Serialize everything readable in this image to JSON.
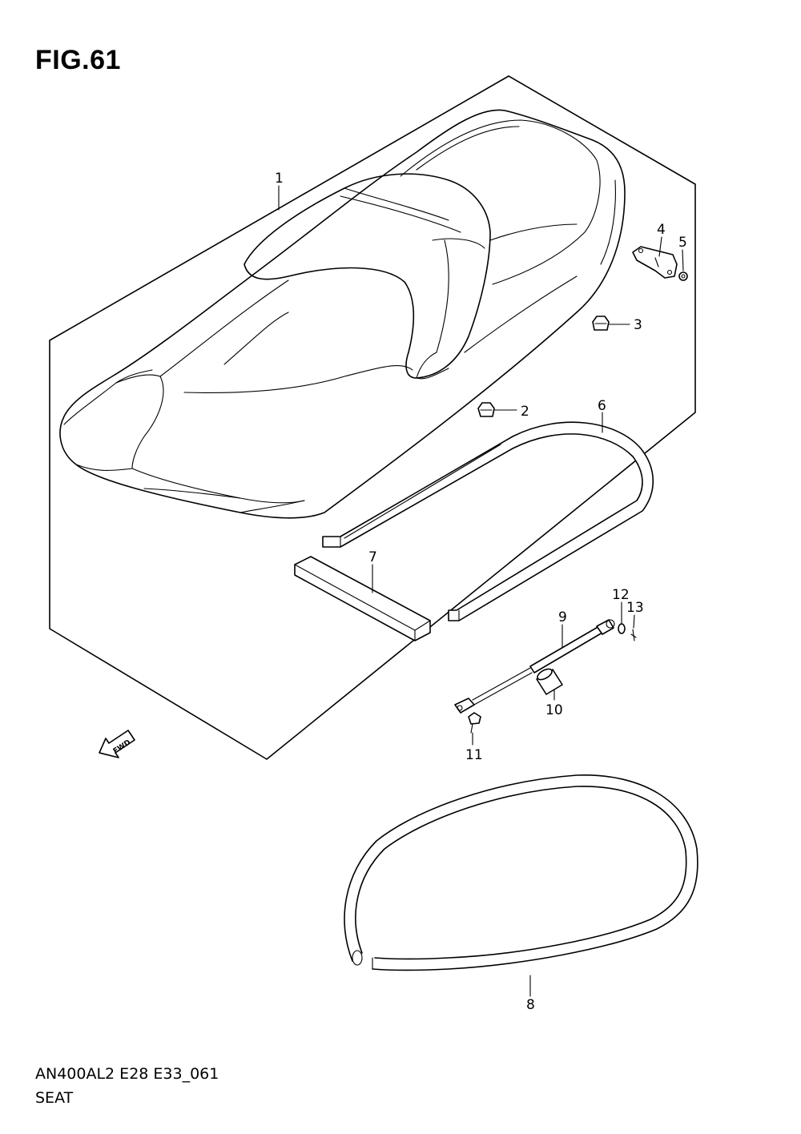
{
  "figure": {
    "title": "FIG.61",
    "code": "AN400AL2 E28 E33_061",
    "name": "SEAT"
  },
  "fwd_arrow": {
    "label": "FWD"
  },
  "parts": [
    {
      "callout": "1",
      "part": "seat"
    },
    {
      "callout": "2",
      "part": "cushion-2"
    },
    {
      "callout": "3",
      "part": "cushion-3"
    },
    {
      "callout": "4",
      "part": "bracket"
    },
    {
      "callout": "5",
      "part": "nut"
    },
    {
      "callout": "6",
      "part": "frame-cushion"
    },
    {
      "callout": "7",
      "part": "cushion-pad"
    },
    {
      "callout": "8",
      "part": "seal-strip"
    },
    {
      "callout": "9",
      "part": "damper"
    },
    {
      "callout": "10",
      "part": "cap"
    },
    {
      "callout": "11",
      "part": "bolt"
    },
    {
      "callout": "12",
      "part": "washer"
    },
    {
      "callout": "13",
      "part": "clip"
    }
  ]
}
